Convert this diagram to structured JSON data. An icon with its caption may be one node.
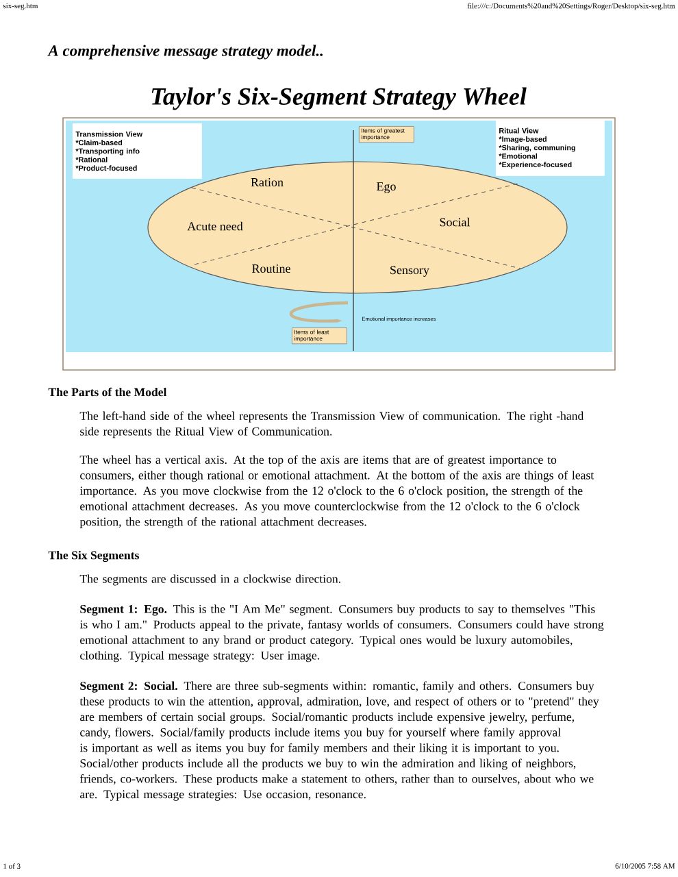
{
  "diagram": {
    "title": "Taylor's Six-Segment Strategy Wheel",
    "nodes": [
      {
        "text": [
          "Transmission View",
          "*Claim-based",
          "*Transporting info",
          "*Rational",
          "*Product-focused"
        ]
      },
      {
        "text": [
          "Items of greatest importance"
        ]
      },
      {
        "text": [
          "Ritual View",
          "*Image-based",
          "*Sharing, communing",
          "*Emotional",
          "*Experience-focused"
        ]
      },
      {
        "text": [
          "Ration"
        ]
      },
      {
        "text": [
          "Ego"
        ]
      },
      {
        "text": [
          "Acute need"
        ]
      },
      {
        "text": [
          "Social"
        ]
      },
      {
        "text": [
          "Routine"
        ]
      },
      {
        "text": [
          "Sensory"
        ]
      },
      {
        "text": [
          "Items of least importance"
        ]
      }
    ],
    "labels": [
      "six-seg.htm",
      "file:///c:/Documents%20and%20Settings/Roger/Desktop/six-seg.htm",
      "A comprehensive message strategy model..",
      "Emotional importance increases",
      "The Parts of the Model",
      "The left-hand side of the wheel represents the Transmission View of communication. The right -hand side represents the Ritual View of Communication.",
      "The wheel has a vertical axis. At the top of the axis are items that are of greatest importance to consumers, either though rational or emotional attachment. At the bottom of the axis are things of least importance. As you move clockwise from the 12 o'clock to the 6 o'clock position, the strength of the emotional attachment decreases. As you move counterclockwise from the 12 o'clock to the 6 o'clock position, the strength of the rational attachment decreases.",
      "The Six Segments",
      "The segments are discussed in a clockwise direction.",
      "**Segment 1: Ego.** This is the \"I Am Me\" segment. Consumers buy products to say to themselves \"This is who I am.\" Products appeal to the private, fantasy worlds of consumers. Consumers could have strong emotional attachment to any brand or product category. Typical ones would be luxury automobiles, clothing. Typical message strategy: User image.",
      "**Segment 2: Social.** There are three sub-segments within: romantic, family and others. Consumers buy these products to win the attention, approval, admiration, love, and respect of others or to \"pretend\" they are members of certain social groups. Social/romantic products include expensive jewelry, perfume, candy, flowers. Social/family products include items you buy for yourself where family approval is important as well as items you buy for family members and their liking it is important to you. Social/other products include all the products we buy to win the admiration and liking of neighbors, friends, co-workers. These products make a statement to others, rather than to ourselves, about who we are. Typical message strategies: Use occasion, resonance.",
      "1 of 3",
      "6/10/2005 7:58 AM"
    ]
  }
}
